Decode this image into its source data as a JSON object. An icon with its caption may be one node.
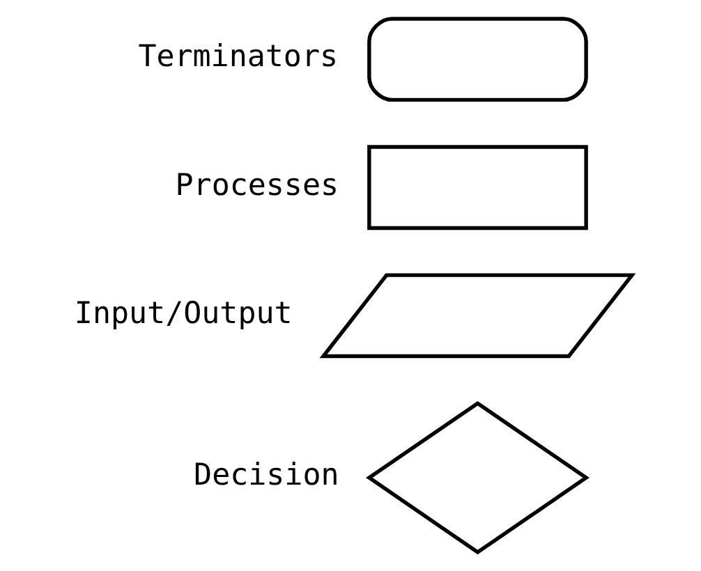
{
  "diagram": {
    "nodes": [
      {
        "text": [],
        "shape": "stadium",
        "beside": [
          "Terminators"
        ]
      },
      {
        "text": [],
        "shape": "box",
        "beside": [
          "Processes"
        ]
      },
      {
        "text": [],
        "shape": "parallelogram",
        "beside": [
          "Input/Output"
        ]
      },
      {
        "text": [],
        "shape": "diamond",
        "beside": [
          "Decision"
        ]
      }
    ],
    "edges": []
  }
}
